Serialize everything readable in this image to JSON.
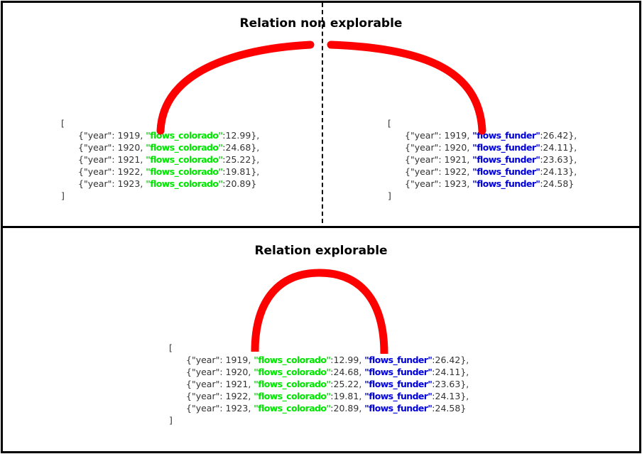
{
  "titles": {
    "top": "Relation non explorable",
    "bottom": "Relation explorable"
  },
  "brackets": {
    "open": "[",
    "close": "]"
  },
  "colors": {
    "arc": "#ff0000",
    "key_colorado": "#00e600",
    "key_funder": "#0000d8",
    "border": "#000000"
  },
  "left_data": [
    {
      "year": "1919",
      "key": "flows_colorado",
      "value": "12.99",
      "sep": ","
    },
    {
      "year": "1920",
      "key": "flows_colorado",
      "value": "24.68",
      "sep": ","
    },
    {
      "year": "1921",
      "key": "flows_colorado",
      "value": "25.22",
      "sep": ","
    },
    {
      "year": "1922",
      "key": "flows_colorado",
      "value": "19.81",
      "sep": ","
    },
    {
      "year": "1923",
      "key": "flows_colorado",
      "value": "20.89",
      "sep": ""
    }
  ],
  "right_data": [
    {
      "year": "1919",
      "key": "flows_funder",
      "value": "26.42",
      "sep": ","
    },
    {
      "year": "1920",
      "key": "flows_funder",
      "value": "24.11",
      "sep": ","
    },
    {
      "year": "1921",
      "key": "flows_funder",
      "value": "23.63",
      "sep": ","
    },
    {
      "year": "1922",
      "key": "flows_funder",
      "value": "24.13",
      "sep": ","
    },
    {
      "year": "1923",
      "key": "flows_funder",
      "value": "24.58",
      "sep": ""
    }
  ],
  "merged_data": [
    {
      "year": "1919",
      "key1": "flows_colorado",
      "value1": "12.99",
      "key2": "flows_funder",
      "value2": "26.42",
      "sep": ","
    },
    {
      "year": "1920",
      "key1": "flows_colorado",
      "value1": "24.68",
      "key2": "flows_funder",
      "value2": "24.11",
      "sep": ","
    },
    {
      "year": "1921",
      "key1": "flows_colorado",
      "value1": "25.22",
      "key2": "flows_funder",
      "value2": "23.63",
      "sep": ","
    },
    {
      "year": "1922",
      "key1": "flows_colorado",
      "value1": "19.81",
      "key2": "flows_funder",
      "value2": "24.13",
      "sep": ","
    },
    {
      "year": "1923",
      "key1": "flows_colorado",
      "value1": "20.89",
      "key2": "flows_funder",
      "value2": "24.58",
      "sep": ""
    }
  ]
}
